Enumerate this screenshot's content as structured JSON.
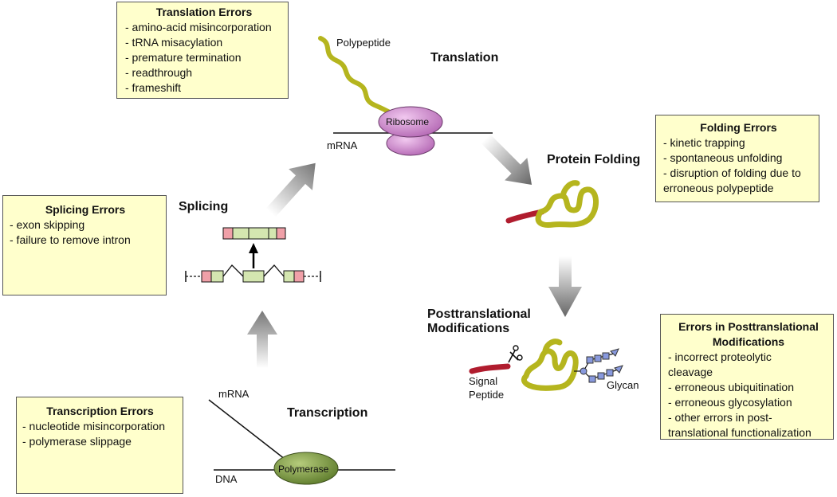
{
  "translation_errors": {
    "title": "Translation Errors",
    "items": [
      "- amino-acid misincorporation",
      "- tRNA misacylation",
      "- premature termination",
      "- readthrough",
      "- frameshift"
    ]
  },
  "splicing_errors": {
    "title": "Splicing Errors",
    "items": [
      "- exon skipping",
      "- failure to remove intron"
    ]
  },
  "transcription_errors": {
    "title": "Transcription Errors",
    "items": [
      "- nucleotide misincorporation",
      "- polymerase slippage"
    ]
  },
  "folding_errors": {
    "title": "Folding Errors",
    "items": [
      "- kinetic trapping",
      "- spontaneous unfolding",
      "- disruption of folding due to erroneous polypeptide"
    ]
  },
  "ptm_errors": {
    "title": "Errors in Posttranslational Modifications",
    "items": [
      "- incorrect proteolytic cleavage",
      "- erroneous ubiquitination",
      "- erroneous glycosylation",
      "- other errors in post-translational functionalization"
    ]
  },
  "stages": {
    "translation": "Translation",
    "splicing": "Splicing",
    "transcription": "Transcription",
    "protein_folding": "Protein Folding",
    "posttranslational": "Posttranslational Modifications"
  },
  "labels": {
    "polypeptide": "Polypeptide",
    "ribosome": "Ribosome",
    "mrna_translation": "mRNA",
    "mrna_transcription": "mRNA",
    "dna": "DNA",
    "polymerase": "Polymerase",
    "signal_peptide": "Signal Peptide",
    "glycan": "Glycan"
  },
  "colors": {
    "box_fill": "#ffffcc",
    "ribosome": "#cc88cc",
    "polymerase": "#7a9a40",
    "polypeptide": "#b5b51e",
    "signal_peptide": "#b01c2e",
    "exon_green": "#d4e6b0",
    "exon_red": "#f0a0a8",
    "glycan": "#8899dd"
  }
}
